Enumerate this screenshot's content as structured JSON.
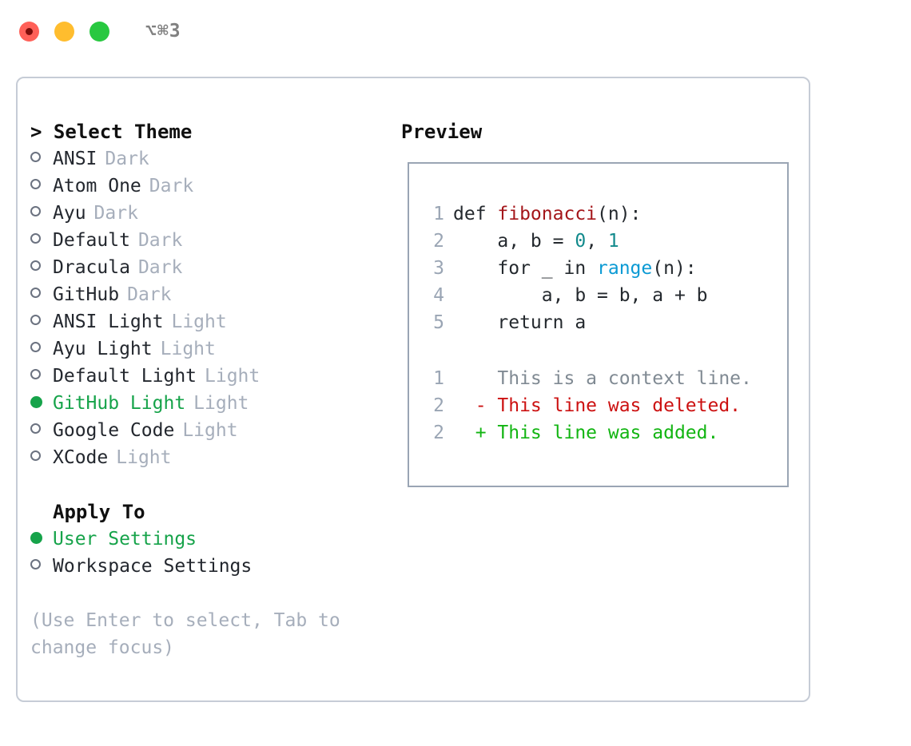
{
  "titlebar": {
    "shortcut": "⌥⌘3",
    "lights": [
      {
        "name": "close",
        "color": "#ff6058",
        "recording": true
      },
      {
        "name": "minimize",
        "color": "#ffbd2e",
        "recording": false
      },
      {
        "name": "maximize",
        "color": "#28c840",
        "recording": false
      }
    ]
  },
  "theme_picker": {
    "header": "> Select Theme",
    "options": [
      {
        "label": "ANSI",
        "tag": "Dark",
        "selected": false
      },
      {
        "label": "Atom One",
        "tag": "Dark",
        "selected": false
      },
      {
        "label": "Ayu",
        "tag": "Dark",
        "selected": false
      },
      {
        "label": "Default",
        "tag": "Dark",
        "selected": false
      },
      {
        "label": "Dracula",
        "tag": "Dark",
        "selected": false
      },
      {
        "label": "GitHub",
        "tag": "Dark",
        "selected": false
      },
      {
        "label": "ANSI Light",
        "tag": "Light",
        "selected": false
      },
      {
        "label": "Ayu Light",
        "tag": "Light",
        "selected": false
      },
      {
        "label": "Default Light",
        "tag": "Light",
        "selected": false
      },
      {
        "label": "GitHub Light",
        "tag": "Light",
        "selected": true
      },
      {
        "label": "Google Code",
        "tag": "Light",
        "selected": false
      },
      {
        "label": "XCode",
        "tag": "Light",
        "selected": false
      }
    ]
  },
  "apply_to": {
    "header": "Apply To",
    "options": [
      {
        "label": "User Settings",
        "tag": "",
        "selected": true
      },
      {
        "label": "Workspace Settings",
        "tag": "",
        "selected": false
      }
    ]
  },
  "hint": "(Use Enter to select, Tab to change focus)",
  "preview": {
    "title": "Preview",
    "code_lines": [
      {
        "no": "1",
        "segments": [
          {
            "t": "def ",
            "c": "plain"
          },
          {
            "t": "fibonacci",
            "c": "fn"
          },
          {
            "t": "(n):",
            "c": "plain"
          }
        ]
      },
      {
        "no": "2",
        "segments": [
          {
            "t": "    a, b = ",
            "c": "plain"
          },
          {
            "t": "0",
            "c": "num"
          },
          {
            "t": ", ",
            "c": "plain"
          },
          {
            "t": "1",
            "c": "num"
          }
        ]
      },
      {
        "no": "3",
        "segments": [
          {
            "t": "    for _ in ",
            "c": "plain"
          },
          {
            "t": "range",
            "c": "call"
          },
          {
            "t": "(n):",
            "c": "plain"
          }
        ]
      },
      {
        "no": "4",
        "segments": [
          {
            "t": "        a, b = b, a + b",
            "c": "plain"
          }
        ]
      },
      {
        "no": "5",
        "segments": [
          {
            "t": "    return a",
            "c": "plain"
          }
        ]
      }
    ],
    "diff_lines": [
      {
        "no": "1",
        "marker": "  ",
        "text": "This is a context line.",
        "kind": "ctx"
      },
      {
        "no": "2",
        "marker": "- ",
        "text": "This line was deleted.",
        "kind": "del"
      },
      {
        "no": "2",
        "marker": "+ ",
        "text": "This line was added.",
        "kind": "add"
      }
    ]
  },
  "colors": {
    "accent_green": "#16a34a",
    "muted": "#a6aebb",
    "border": "#c6ccd6",
    "preview_border": "#9aa5b4",
    "token_function": "#a4161a",
    "token_call": "#0b9ad4",
    "token_number": "#128a8c",
    "diff_added": "#12b512",
    "diff_deleted": "#cc1111",
    "diff_context": "#808a93"
  }
}
